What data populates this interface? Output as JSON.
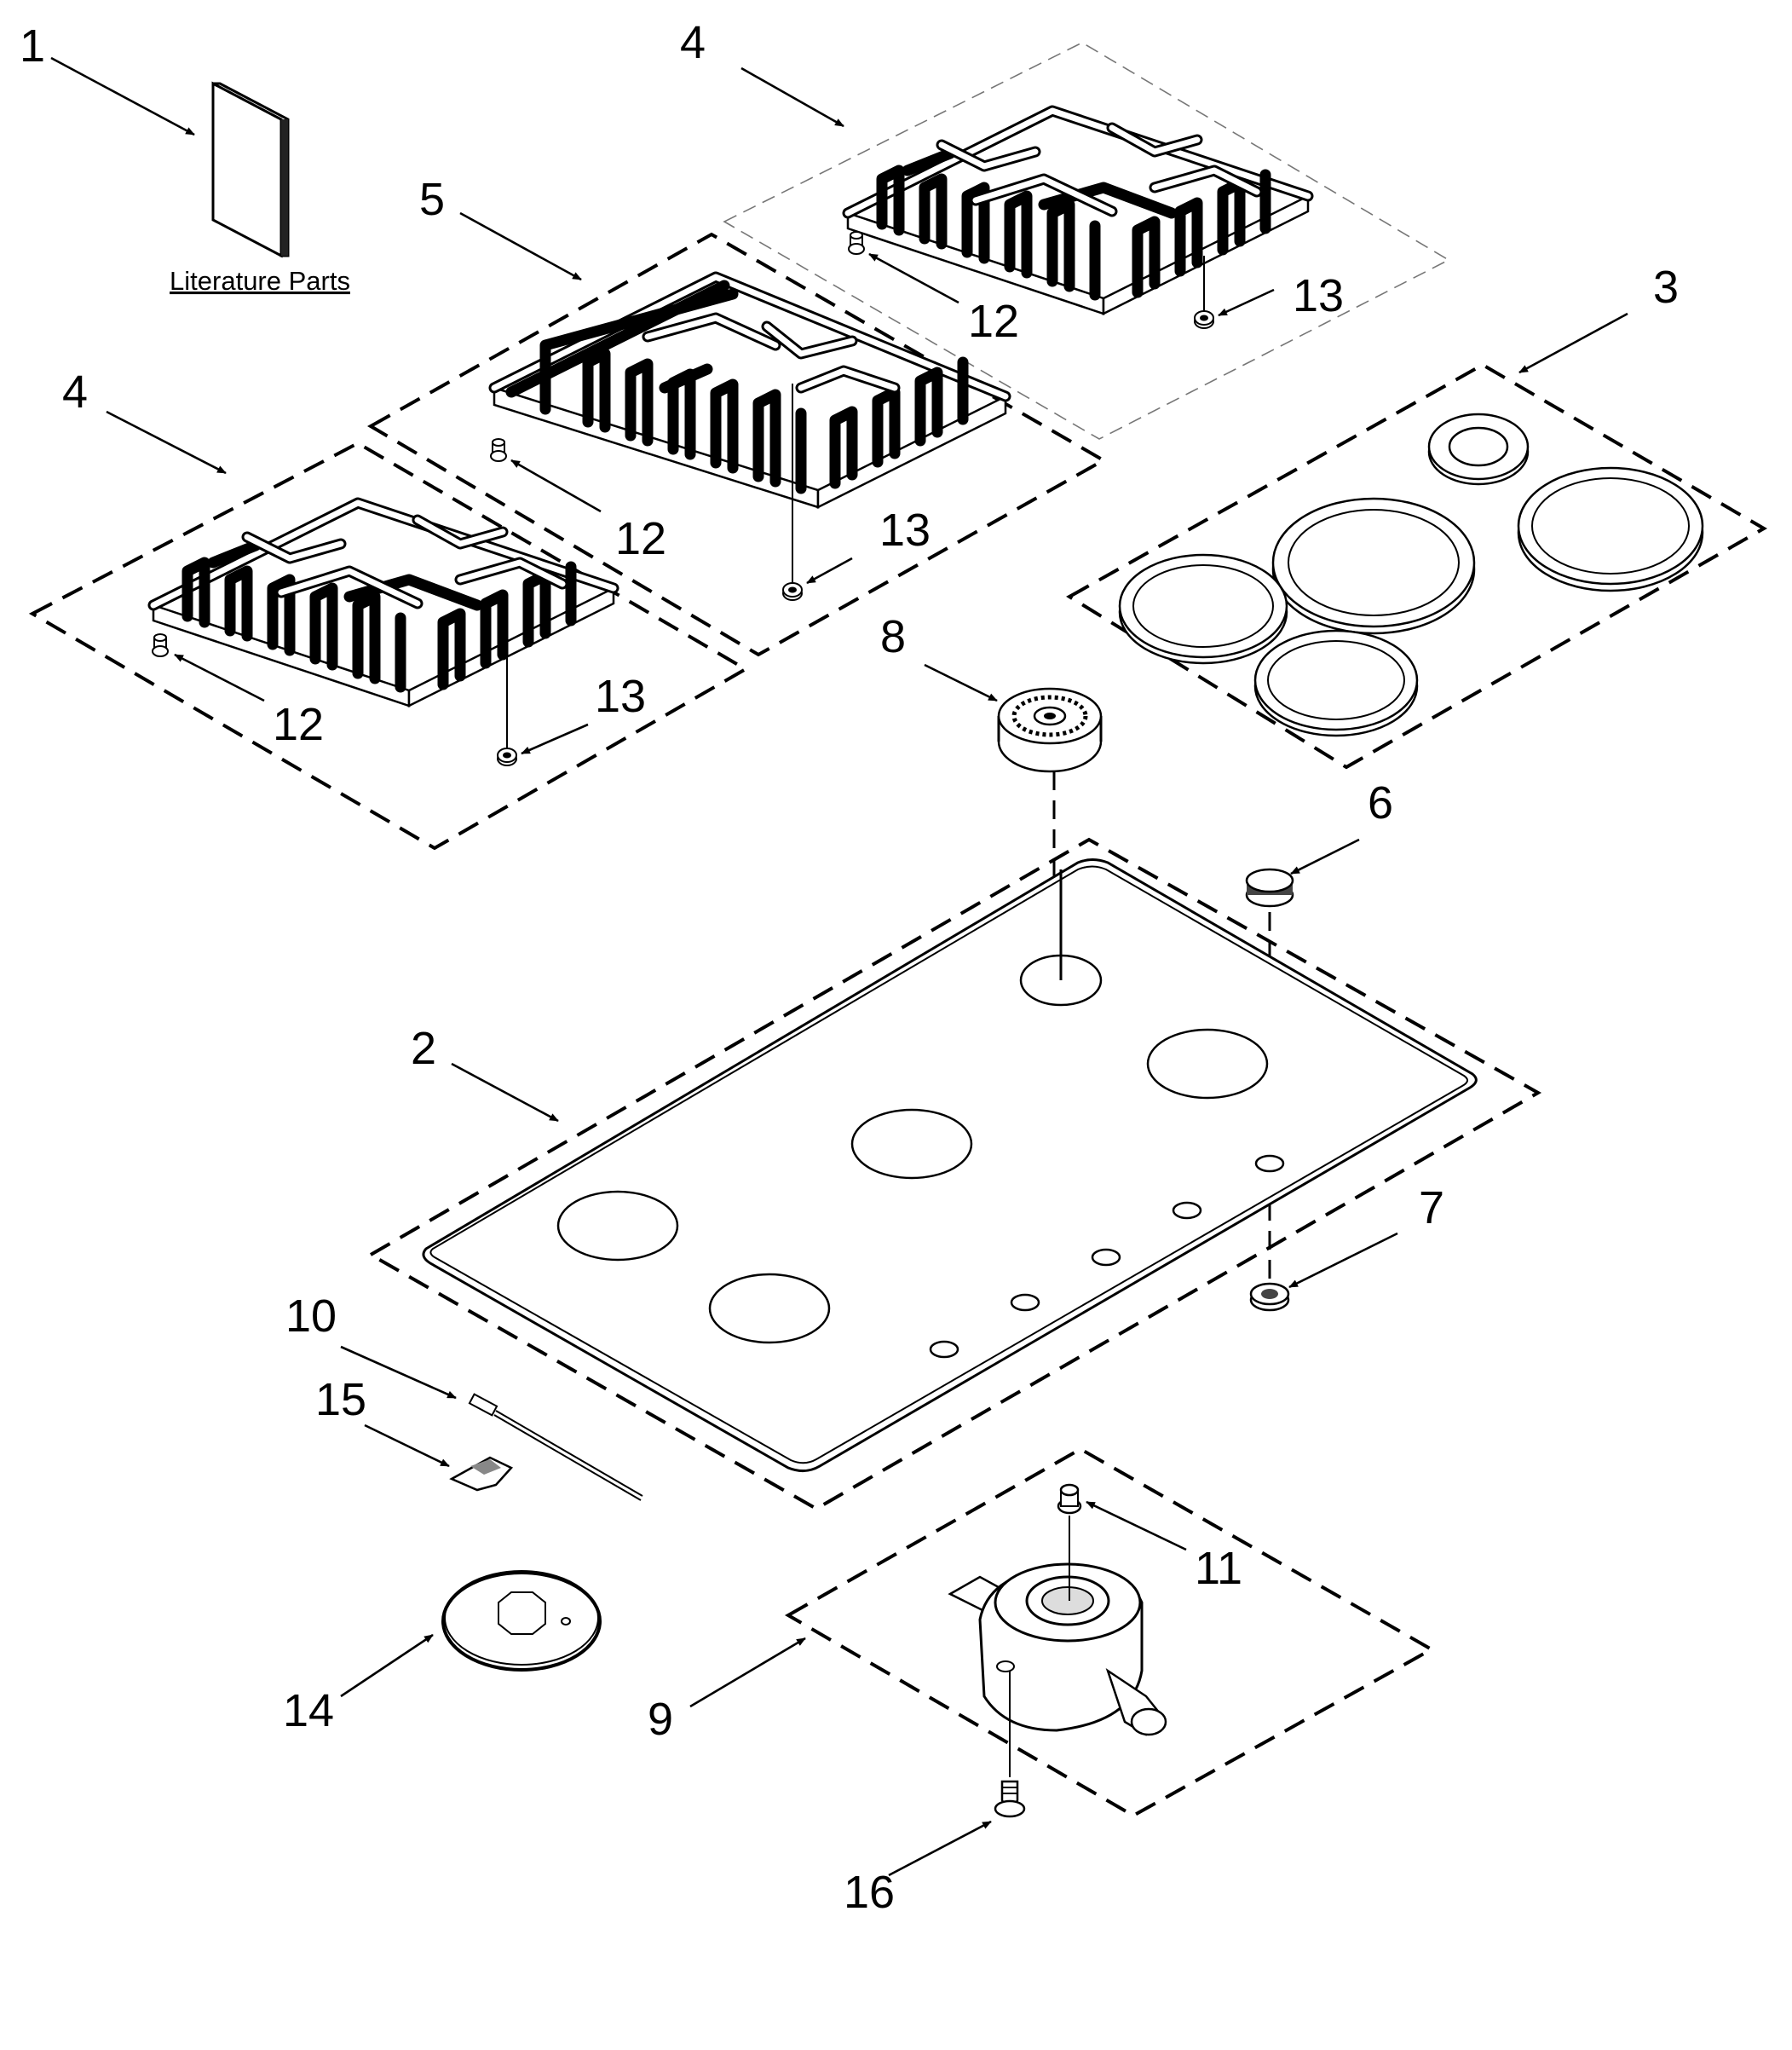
{
  "diagram": {
    "literature_label": "Literature Parts",
    "callouts": [
      {
        "id": "c1",
        "label": "1"
      },
      {
        "id": "c2",
        "label": "2"
      },
      {
        "id": "c3",
        "label": "3"
      },
      {
        "id": "c4a",
        "label": "4"
      },
      {
        "id": "c4b",
        "label": "4"
      },
      {
        "id": "c5",
        "label": "5"
      },
      {
        "id": "c6",
        "label": "6"
      },
      {
        "id": "c7",
        "label": "7"
      },
      {
        "id": "c8",
        "label": "8"
      },
      {
        "id": "c9",
        "label": "9"
      },
      {
        "id": "c10",
        "label": "10"
      },
      {
        "id": "c11",
        "label": "11"
      },
      {
        "id": "c12a",
        "label": "12"
      },
      {
        "id": "c12b",
        "label": "12"
      },
      {
        "id": "c12c",
        "label": "12"
      },
      {
        "id": "c13a",
        "label": "13"
      },
      {
        "id": "c13b",
        "label": "13"
      },
      {
        "id": "c13c",
        "label": "13"
      },
      {
        "id": "c14",
        "label": "14"
      },
      {
        "id": "c15",
        "label": "15"
      },
      {
        "id": "c16",
        "label": "16"
      }
    ]
  }
}
